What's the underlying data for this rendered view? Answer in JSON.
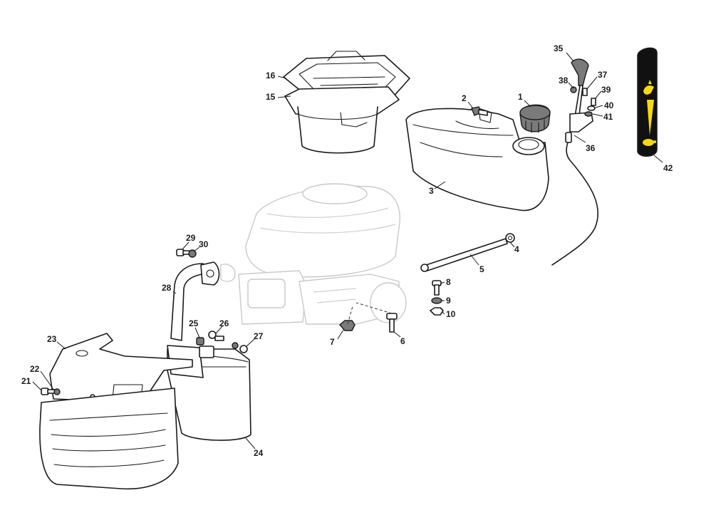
{
  "callouts": [
    {
      "id": "1",
      "label": "1"
    },
    {
      "id": "2",
      "label": "2"
    },
    {
      "id": "3",
      "label": "3"
    },
    {
      "id": "4",
      "label": "4"
    },
    {
      "id": "5",
      "label": "5"
    },
    {
      "id": "6",
      "label": "6"
    },
    {
      "id": "7",
      "label": "7"
    },
    {
      "id": "8",
      "label": "8"
    },
    {
      "id": "9",
      "label": "9"
    },
    {
      "id": "10",
      "label": "10"
    },
    {
      "id": "15",
      "label": "15"
    },
    {
      "id": "16",
      "label": "16"
    },
    {
      "id": "21",
      "label": "21"
    },
    {
      "id": "22",
      "label": "22"
    },
    {
      "id": "23",
      "label": "23"
    },
    {
      "id": "24",
      "label": "24"
    },
    {
      "id": "25",
      "label": "25"
    },
    {
      "id": "26",
      "label": "26"
    },
    {
      "id": "27",
      "label": "27"
    },
    {
      "id": "28",
      "label": "28"
    },
    {
      "id": "29",
      "label": "29"
    },
    {
      "id": "30",
      "label": "30"
    },
    {
      "id": "35",
      "label": "35"
    },
    {
      "id": "36",
      "label": "36"
    },
    {
      "id": "37",
      "label": "37"
    },
    {
      "id": "38",
      "label": "38"
    },
    {
      "id": "39",
      "label": "39"
    },
    {
      "id": "40",
      "label": "40"
    },
    {
      "id": "41",
      "label": "41"
    },
    {
      "id": "42",
      "label": "42"
    }
  ],
  "colors": {
    "line": "#1a1a1a",
    "ghost_engine": "#c9c9c9",
    "cap_fill": "#7a7a7a",
    "decal_background": "#111111",
    "decal_accent": "#f5d90a"
  },
  "icons": {
    "decal_slow": "turtle-icon",
    "decal_fast": "hare-icon"
  }
}
